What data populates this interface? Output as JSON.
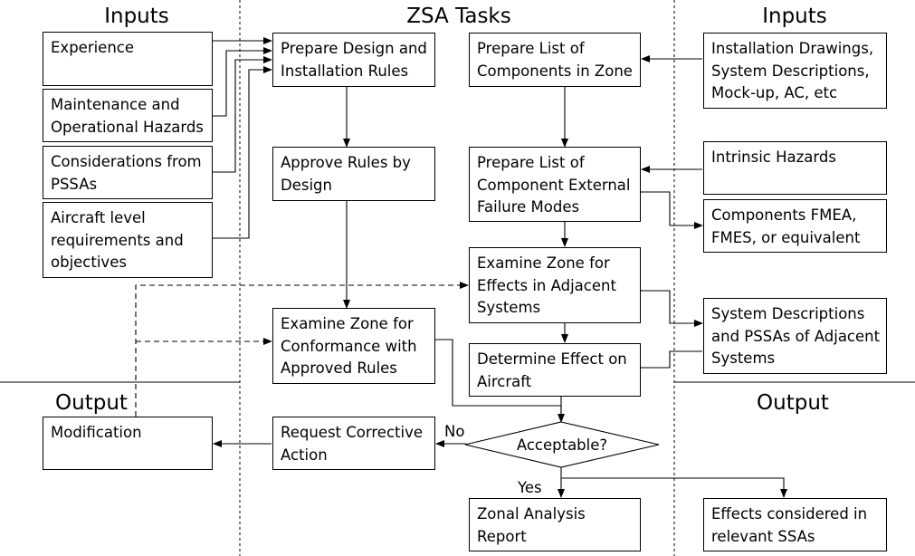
{
  "headers": {
    "inputs_left": "Inputs",
    "zsa_tasks": "ZSA Tasks",
    "inputs_right": "Inputs",
    "output_left": "Output",
    "output_right": "Output"
  },
  "boxes": {
    "experience": [
      "Experience"
    ],
    "maintenance": [
      "Maintenance and",
      "Operational Hazards"
    ],
    "considerations": [
      "Considerations from",
      "PSSAs"
    ],
    "aircraft_level": [
      "Aircraft level",
      "requirements and",
      "objectives"
    ],
    "prepare_design": [
      "Prepare Design and",
      "Installation Rules"
    ],
    "approve_rules": [
      "Approve Rules by",
      "Design"
    ],
    "examine_conformance": [
      "Examine Zone for",
      "Conformance with",
      "Approved Rules"
    ],
    "request_corrective": [
      "Request Corrective",
      "Action"
    ],
    "modification": [
      "Modification"
    ],
    "prepare_list_components": [
      "Prepare List of",
      "Components in Zone"
    ],
    "prepare_list_failure": [
      "Prepare List of",
      "Component External",
      "Failure Modes"
    ],
    "examine_adjacent": [
      "Examine Zone for",
      "Effects in Adjacent",
      "Systems"
    ],
    "determine_effect": [
      "Determine Effect on",
      "Aircraft"
    ],
    "zonal_report": [
      "Zonal Analysis",
      "Report"
    ],
    "installation_drawings": [
      "Installation Drawings,",
      "System Descriptions,",
      "Mock-up, AC, etc"
    ],
    "intrinsic_hazards": [
      "Intrinsic Hazards"
    ],
    "components_fmea": [
      "Components FMEA,",
      "FMES, or equivalent"
    ],
    "system_descriptions": [
      "System Descriptions",
      "and PSSAs of Adjacent",
      "Systems"
    ],
    "effects_considered": [
      "Effects considered in",
      "relevant SSAs"
    ]
  },
  "decision": {
    "question": "Acceptable?",
    "no_label": "No",
    "yes_label": "Yes"
  }
}
